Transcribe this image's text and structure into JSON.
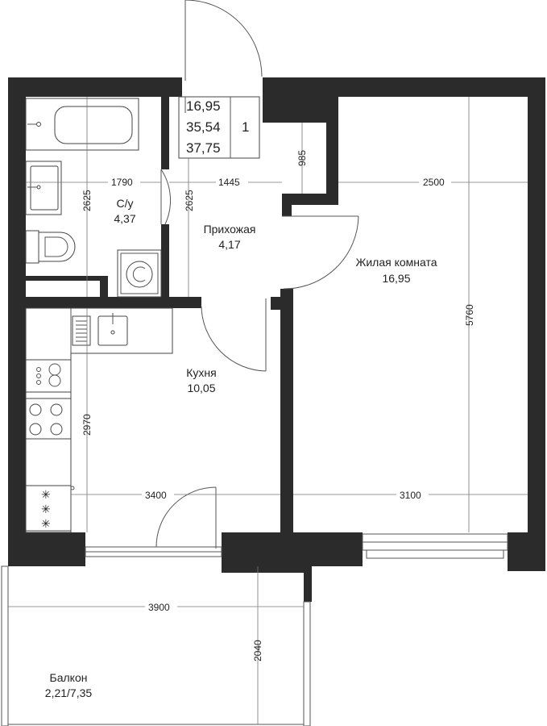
{
  "rooms": {
    "bathroom": {
      "name": "С/у",
      "area": "4,37"
    },
    "hallway": {
      "name": "Прихожая",
      "area": "4,17"
    },
    "living": {
      "name": "Жилая комната",
      "area": "16,95"
    },
    "kitchen": {
      "name": "Кухня",
      "area": "10,05"
    },
    "balcony": {
      "name": "Балкон",
      "area": "2,21/7,35"
    }
  },
  "info_box": {
    "living_area": "16,95",
    "total_area": "35,54",
    "total_with_balcony": "37,75",
    "rooms_count": "1"
  },
  "dimensions": {
    "bath_width": "1790",
    "hall_width": "1445",
    "living_width": "2500",
    "bath_height": "2625",
    "hall_height": "2625",
    "niche_height": "985",
    "living_height": "5760",
    "kitchen_height": "2970",
    "kitchen_width": "3400",
    "living_bottom_width": "3100",
    "balcony_width": "3900",
    "balcony_height": "2040"
  }
}
